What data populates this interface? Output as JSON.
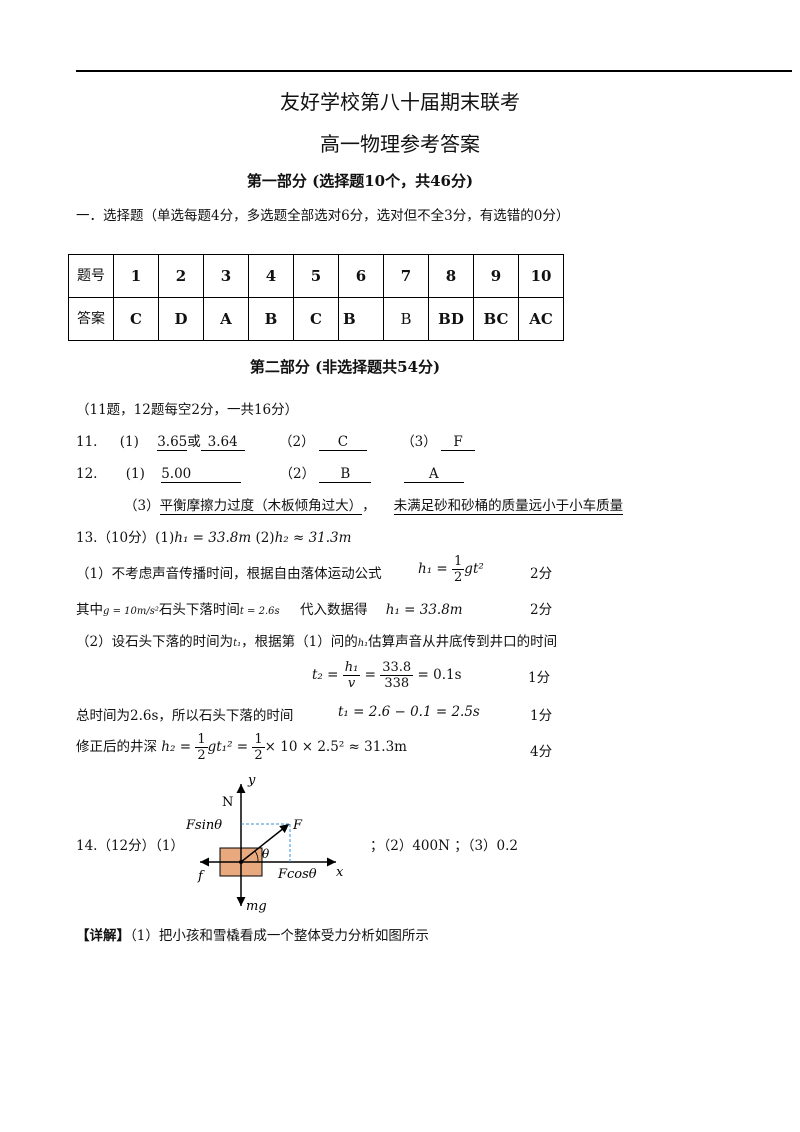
{
  "header": {
    "title": "友好学校第八十届期末联考",
    "subtitle": "高一物理参考答案"
  },
  "part1": {
    "heading": "第一部分 (选择题10个，共46分)",
    "instruction": "一．选择题（单选每题4分，多选题全部选对6分，选对但不全3分，有选错的0分）",
    "row_label_q": "题号",
    "row_label_a": "答案",
    "numbers": [
      "1",
      "2",
      "3",
      "4",
      "5",
      "6",
      "7",
      "8",
      "9",
      "10"
    ],
    "answers": [
      "C",
      "D",
      "A",
      "B",
      "C",
      "B",
      "B",
      "BD",
      "BC",
      "AC"
    ]
  },
  "part2": {
    "heading": "第二部分 (非选择题共54分)",
    "note": "（11题，12题每空2分，一共16分）",
    "q11": {
      "num": "11.",
      "p1": "(1)",
      "a1": "3.65",
      "or": "或",
      "a1b": "3.64",
      "p2": "（2）",
      "a2": "C",
      "p3": "（3）",
      "a3": "F"
    },
    "q12": {
      "num": "12.",
      "p1": "(1)",
      "a1": "5.00",
      "p2": "（2）",
      "a2": "B",
      "a2b": "A",
      "p3": "（3）",
      "a3": "平衡摩擦力过度（木板倾角过大）",
      "sep": "，",
      "a3b": "未满足砂和砂桶的质量远小于小车质量"
    },
    "q13": {
      "head": "13.（10分）(1)",
      "h1_result": "h₁ = 33.8m",
      "mid": "(2)",
      "h2_result": "h₂ ≈ 31.3m",
      "s1_text": "（1）不考虑声音传播时间，根据自由落体运动公式",
      "s1_formula_lhs": "h₁ =",
      "s1_formula_num": "1",
      "s1_formula_den": "2",
      "s1_formula_rhs": "gt²",
      "s1_score": "2分",
      "s2_a": "其中",
      "s2_g": "g = 10m/s²",
      "s2_b": "石头下落时间",
      "s2_t": "t = 2.6s",
      "s2_c": "代入数据得",
      "s2_h": "h₁ = 33.8m",
      "s2_score": "2分",
      "s3_a": "（2）设石头下落的时间为",
      "s3_t1": "t₁",
      "s3_b": "，根据第（1）问的",
      "s3_h1": "h₁",
      "s3_c": "估算声音从井底传到井口的时间",
      "s4_lhs": "t₂ =",
      "s4_n1": "h₁",
      "s4_d1": "v",
      "s4_eq": "=",
      "s4_n2": "33.8",
      "s4_d2": "338",
      "s4_rhs": "= 0.1s",
      "s4_score": "1分",
      "s5_text": "总时间为2.6s，所以石头下落的时间",
      "s5_formula": "t₁ = 2.6 − 0.1 = 2.5s",
      "s5_score": "1分",
      "s6_text": "修正后的井深",
      "s6_lhs": "h₂ =",
      "s6_n1": "1",
      "s6_d1": "2",
      "s6_mid": "gt₁² =",
      "s6_n2": "1",
      "s6_d2": "2",
      "s6_rhs": "× 10 × 2.5² ≈ 31.3m",
      "s6_score": "4分"
    },
    "q14": {
      "head": "14.（12分）（1）",
      "tail": "；（2）400N ；（3）0.2",
      "diagram": {
        "y": "y",
        "x": "x",
        "N": "N",
        "Fsin": "Fsinθ",
        "F": "F",
        "theta": "θ",
        "f": "f",
        "Fcos": "Fcosθ",
        "mg": "mg",
        "box_color": "#E9A97E"
      }
    },
    "detail_label": "【详解】",
    "detail_text": "（1）把小孩和雪橇看成一个整体受力分析如图所示"
  }
}
